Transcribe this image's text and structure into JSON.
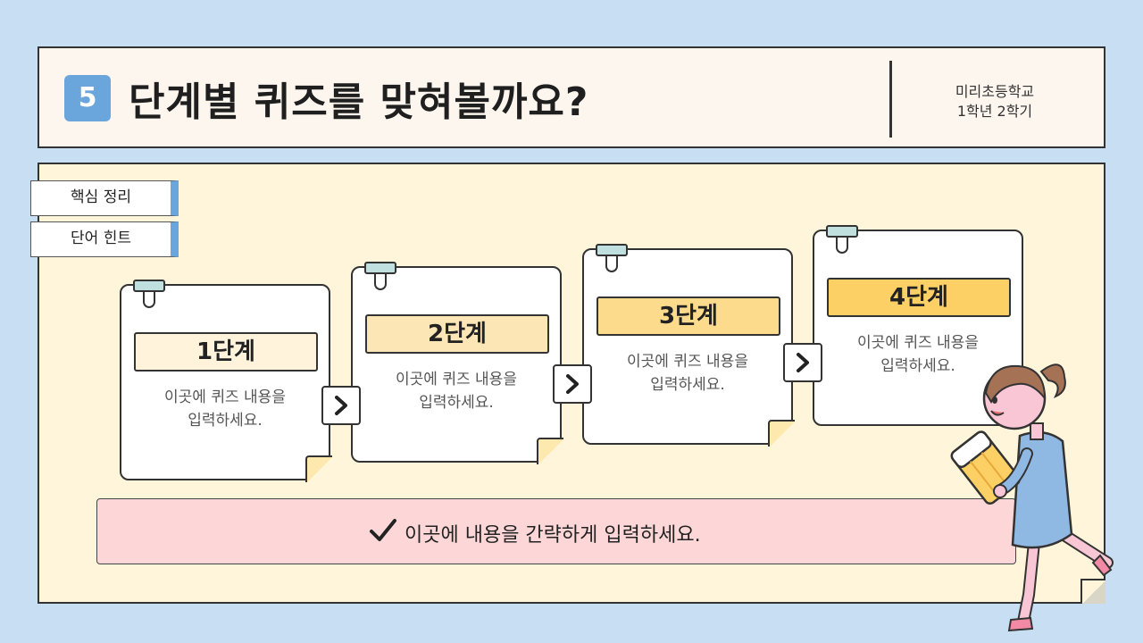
{
  "header": {
    "number": "5",
    "title": "단계별 퀴즈를 맞혀볼까요?",
    "school_line1": "미리초등학교",
    "school_line2": "1학년 2학기"
  },
  "side_tabs": [
    "핵심 정리",
    "단어 힌트"
  ],
  "steps": [
    {
      "label": "1단계",
      "desc_line1": "이곳에 퀴즈 내용을",
      "desc_line2": "입력하세요.",
      "color": "#fff3dc"
    },
    {
      "label": "2단계",
      "desc_line1": "이곳에 퀴즈 내용을",
      "desc_line2": "입력하세요.",
      "color": "#fde6b5"
    },
    {
      "label": "3단계",
      "desc_line1": "이곳에 퀴즈 내용을",
      "desc_line2": "입력하세요.",
      "color": "#fddb8c"
    },
    {
      "label": "4단계",
      "desc_line1": "이곳에 퀴즈 내용을",
      "desc_line2": "입력하세요.",
      "color": "#fdd065"
    }
  ],
  "summary": {
    "icon": "check-icon",
    "text": "이곳에 내용을 간략하게 입력하세요."
  },
  "colors": {
    "background": "#c8dff3",
    "board": "#fff5da",
    "accent_blue": "#6aa5dc",
    "summary_pink": "#fdd7d7"
  }
}
